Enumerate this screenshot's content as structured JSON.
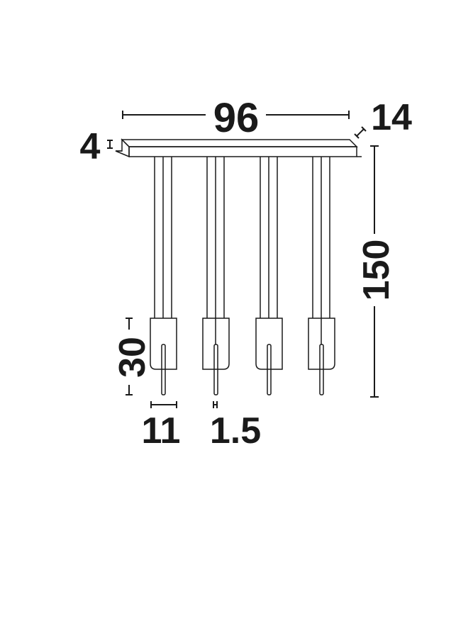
{
  "dimensions": {
    "width": "96",
    "depth": "14",
    "canopy_height": "4",
    "total_height": "150",
    "shade_height": "30",
    "shade_width": "11",
    "rod_diameter": "1.5"
  },
  "pendants": [
    {
      "corner": "left"
    },
    {
      "corner": "right"
    },
    {
      "corner": "left"
    },
    {
      "corner": "right"
    }
  ],
  "colors": {
    "line": "#1a1a1a",
    "background": "#ffffff"
  }
}
